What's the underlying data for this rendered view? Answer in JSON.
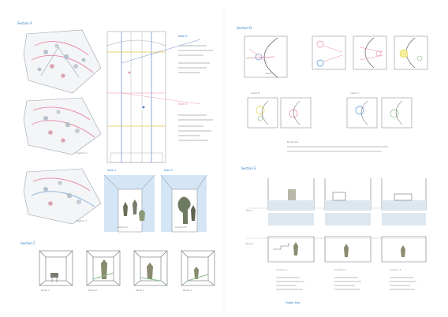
{
  "left_page": {
    "sec1": {
      "title": "Section A",
      "note_top": "Note A",
      "note_mid": "Note B",
      "cap1": "Caption 1",
      "cap2": "Caption 2"
    },
    "sec2": {
      "title_a": "View 1",
      "title_b": "View 2",
      "cap1": "Caption 3",
      "cap_a": "Caption A",
      "cap_b": "Caption B"
    },
    "sec3": {
      "title": "Section C",
      "panels": [
        {
          "cap": "Panel 1"
        },
        {
          "cap": "Panel 2"
        },
        {
          "cap": "Panel 3"
        },
        {
          "cap": "Panel 4"
        }
      ]
    }
  },
  "right_page": {
    "sec1": {
      "title": "Section D",
      "label_a": "Label A",
      "label_b": "Label B",
      "label_c": "Label C",
      "label_d": "Label D",
      "body": "Body text"
    },
    "sec2": {
      "title": "Section E",
      "row1": "Row 1",
      "row2": "Row 2",
      "cols": [
        {
          "cap": "Column 1"
        },
        {
          "cap": "Column 2"
        },
        {
          "cap": "Column 3"
        }
      ],
      "footer": "Footer text"
    }
  },
  "colors": {
    "accent": "#2f7bc0",
    "pink": "#e88aa8",
    "green": "#8cc08c",
    "yellow": "#e2d24a",
    "sky": "#d4e6f6",
    "line": "#555555"
  }
}
